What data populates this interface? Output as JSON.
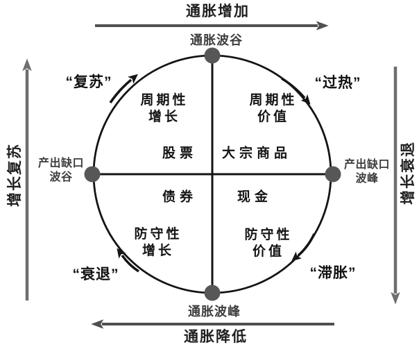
{
  "axes": {
    "top": "通胀增加",
    "bottom": "通胀降低",
    "left": "增长复苏",
    "right": "增长衰退"
  },
  "nodes": {
    "top": "通胀波谷",
    "bottom": "通胀波峰",
    "left": {
      "line1": "产出缺口",
      "line2": "波谷"
    },
    "right": {
      "line1": "产出缺口",
      "line2": "波峰"
    }
  },
  "phases": {
    "recovery": "“复苏”",
    "overheat": "“过热”",
    "stagflation": "“滞胀”",
    "recession": "“衰退”"
  },
  "quadrants": {
    "nw": {
      "style1": "周期性",
      "style2": "增长",
      "asset": "股票"
    },
    "ne": {
      "style1": "周期性",
      "style2": "价值",
      "asset": "大宗商品"
    },
    "sw": {
      "style1": "防守性",
      "style2": "增长",
      "asset": "债券"
    },
    "se": {
      "style1": "防守性",
      "style2": "价值",
      "asset": "现金"
    }
  },
  "colors": {
    "background": "#ffffff",
    "circle_line": "#141414",
    "node_dot": "#575757",
    "axis_arrow_horizontal": "#505050",
    "axis_arrow_vertical": "#6e6e6e",
    "cycle_arrow": "#151515"
  }
}
